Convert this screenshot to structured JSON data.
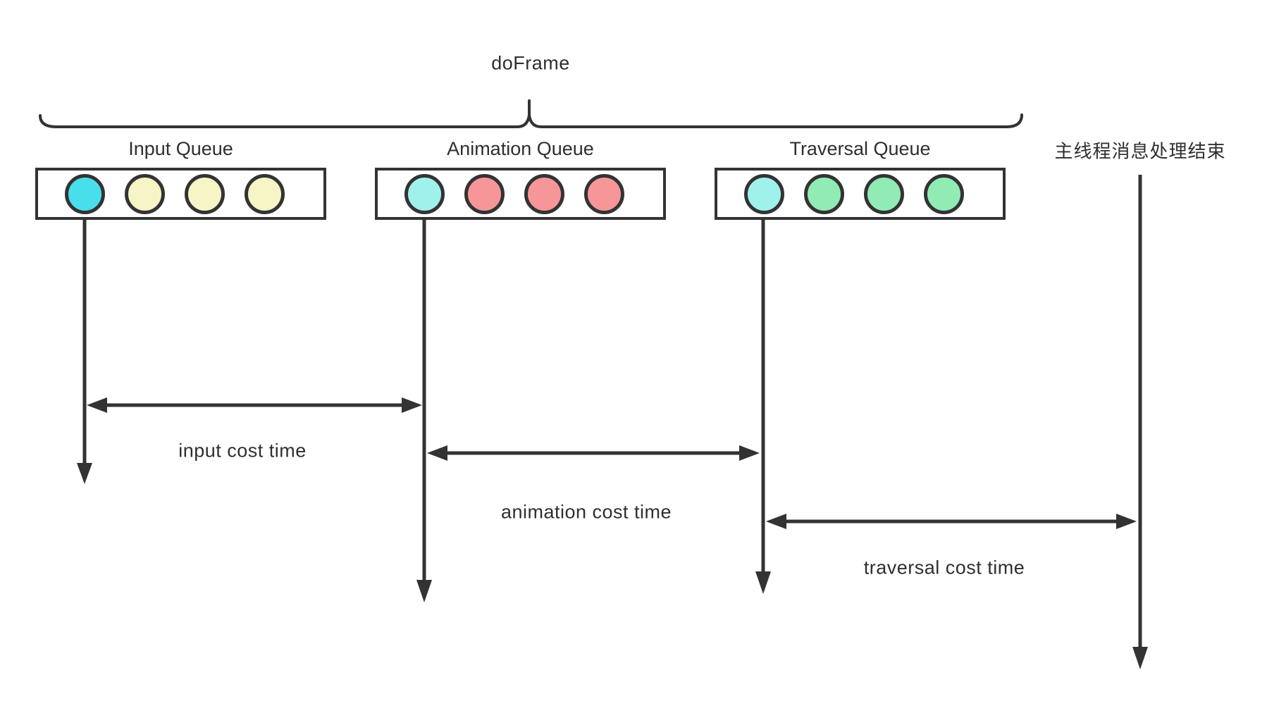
{
  "diagram": {
    "title": "doFrame",
    "main_thread_label": "主线程消息处理结束"
  },
  "queues": [
    {
      "title": "Input Queue",
      "dots": [
        "cyan",
        "yellow",
        "yellow",
        "yellow"
      ]
    },
    {
      "title": "Animation Queue",
      "dots": [
        "pale_cyan",
        "red",
        "red",
        "red"
      ]
    },
    {
      "title": "Traversal Queue",
      "dots": [
        "pale_cyan",
        "green",
        "green",
        "green"
      ]
    }
  ],
  "cost_labels": {
    "input": "input cost time",
    "animation": "animation cost time",
    "traversal": "traversal cost time"
  },
  "colors": {
    "stroke": "#333333",
    "text": "#2f2f2f",
    "cyan": "#49DEEB",
    "pale_cyan": "#9FF2EC",
    "yellow": "#F7F4C6",
    "red": "#F79699",
    "green": "#90ECB4"
  }
}
